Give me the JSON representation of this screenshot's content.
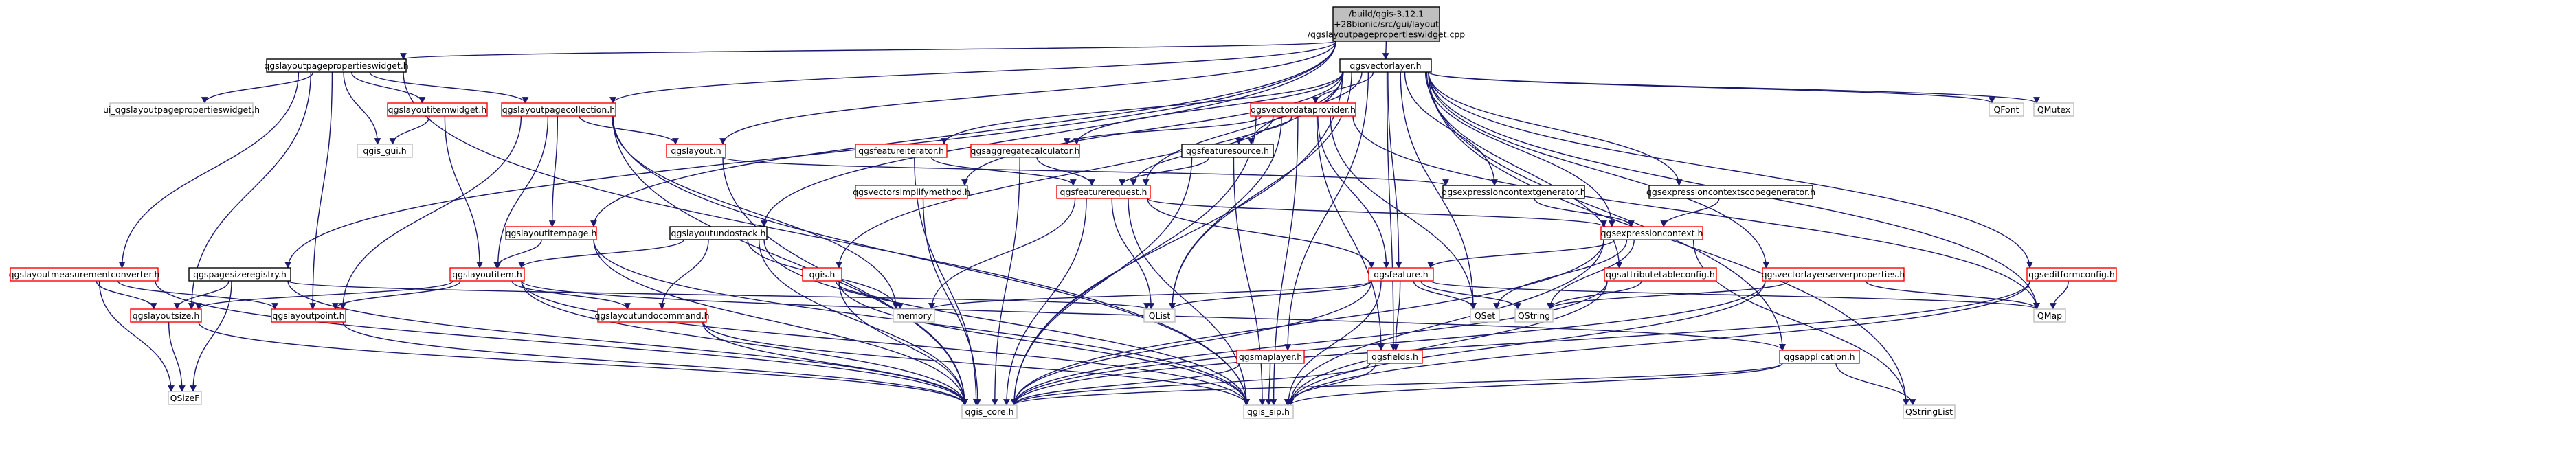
{
  "graph": {
    "colors": {
      "edge": "#191970",
      "red": "#ff0000",
      "grey": "#bfbfbf",
      "black": "#000000",
      "root_fill": "#bfbfbf"
    },
    "nodes": [
      {
        "id": "root",
        "lines": [
          "/build/qgis-3.12.1",
          "+28bionic/src/gui/layout",
          "/qgslayoutpagepropertieswidget.cpp"
        ],
        "style": "root"
      },
      {
        "id": "lppw_h",
        "lines": [
          "qgslayoutpagepropertieswidget.h"
        ],
        "style": "black"
      },
      {
        "id": "vlayer",
        "lines": [
          "qgsvectorlayer.h"
        ],
        "style": "black"
      },
      {
        "id": "ui_lppw",
        "lines": [
          "ui_qgslayoutpagepropertieswidget.h"
        ],
        "style": "grey"
      },
      {
        "id": "litemwidget",
        "lines": [
          "qgslayoutitemwidget.h"
        ],
        "style": "red"
      },
      {
        "id": "lpagecoll",
        "lines": [
          "qgslayoutpagecollection.h"
        ],
        "style": "red"
      },
      {
        "id": "qgis_gui",
        "lines": [
          "qgis_gui.h"
        ],
        "style": "grey"
      },
      {
        "id": "qgslayout",
        "lines": [
          "qgslayout.h"
        ],
        "style": "red"
      },
      {
        "id": "vdp",
        "lines": [
          "qgsvectordataprovider.h"
        ],
        "style": "red"
      },
      {
        "id": "feat_iter",
        "lines": [
          "qgsfeatureiterator.h"
        ],
        "style": "red"
      },
      {
        "id": "simplify",
        "lines": [
          "qgsvectorsimplifymethod.h"
        ],
        "style": "red"
      },
      {
        "id": "aggcalc",
        "lines": [
          "qgsaggregatecalculator.h"
        ],
        "style": "red"
      },
      {
        "id": "featsrc",
        "lines": [
          "qgsfeaturesource.h"
        ],
        "style": "black"
      },
      {
        "id": "exprctxgen",
        "lines": [
          "qgsexpressioncontextgenerator.h"
        ],
        "style": "black"
      },
      {
        "id": "exprscopegen",
        "lines": [
          "qgsexpressioncontextscopegenerator.h"
        ],
        "style": "black"
      },
      {
        "id": "qfont",
        "lines": [
          "QFont"
        ],
        "style": "grey"
      },
      {
        "id": "qmutex",
        "lines": [
          "QMutex"
        ],
        "style": "grey"
      },
      {
        "id": "featreq",
        "lines": [
          "qgsfeaturerequest.h"
        ],
        "style": "red"
      },
      {
        "id": "exprctx",
        "lines": [
          "qgsexpressioncontext.h"
        ],
        "style": "red"
      },
      {
        "id": "lmeasconv",
        "lines": [
          "qgslayoutmeasurementconverter.h"
        ],
        "style": "red"
      },
      {
        "id": "pagesizereg",
        "lines": [
          "qgspagesizeregistry.h"
        ],
        "style": "black"
      },
      {
        "id": "litempage",
        "lines": [
          "qgslayoutitempage.h"
        ],
        "style": "red"
      },
      {
        "id": "lundostack",
        "lines": [
          "qgslayoutundostack.h"
        ],
        "style": "black"
      },
      {
        "id": "qgis_h",
        "lines": [
          "qgis.h"
        ],
        "style": "red"
      },
      {
        "id": "litem",
        "lines": [
          "qgslayoutitem.h"
        ],
        "style": "red"
      },
      {
        "id": "qgsfeature",
        "lines": [
          "qgsfeature.h"
        ],
        "style": "red"
      },
      {
        "id": "attrtable",
        "lines": [
          "qgsattributetableconfig.h"
        ],
        "style": "red"
      },
      {
        "id": "vlsrvprops",
        "lines": [
          "qgsvectorlayerserverproperties.h"
        ],
        "style": "red"
      },
      {
        "id": "editform",
        "lines": [
          "qgseditformconfig.h"
        ],
        "style": "red"
      },
      {
        "id": "lsize",
        "lines": [
          "qgslayoutsize.h"
        ],
        "style": "red"
      },
      {
        "id": "lpoint",
        "lines": [
          "qgslayoutpoint.h"
        ],
        "style": "red"
      },
      {
        "id": "lundocmd",
        "lines": [
          "qgslayoutundocommand.h"
        ],
        "style": "red"
      },
      {
        "id": "memory",
        "lines": [
          "memory"
        ],
        "style": "grey"
      },
      {
        "id": "qlist",
        "lines": [
          "QList"
        ],
        "style": "grey"
      },
      {
        "id": "maplayer",
        "lines": [
          "qgsmaplayer.h"
        ],
        "style": "red"
      },
      {
        "id": "qgsfields",
        "lines": [
          "qgsfields.h"
        ],
        "style": "red"
      },
      {
        "id": "qset",
        "lines": [
          "QSet"
        ],
        "style": "grey"
      },
      {
        "id": "qstring",
        "lines": [
          "QString"
        ],
        "style": "grey"
      },
      {
        "id": "qgsapp",
        "lines": [
          "qgsapplication.h"
        ],
        "style": "red"
      },
      {
        "id": "qmap",
        "lines": [
          "QMap"
        ],
        "style": "grey"
      },
      {
        "id": "qsizef",
        "lines": [
          "QSizeF"
        ],
        "style": "grey"
      },
      {
        "id": "qgis_core",
        "lines": [
          "qgis_core.h"
        ],
        "style": "grey"
      },
      {
        "id": "qgis_sip",
        "lines": [
          "qgis_sip.h"
        ],
        "style": "grey"
      },
      {
        "id": "qstringlist",
        "lines": [
          "QStringList"
        ],
        "style": "grey"
      }
    ],
    "edges": [
      [
        "root",
        "lppw_h"
      ],
      [
        "root",
        "vlayer"
      ],
      [
        "root",
        "lpagecoll"
      ],
      [
        "root",
        "qgslayout"
      ],
      [
        "root",
        "litempage"
      ],
      [
        "root",
        "lundostack"
      ],
      [
        "root",
        "pagesizereg"
      ],
      [
        "lppw_h",
        "ui_lppw"
      ],
      [
        "lppw_h",
        "litemwidget"
      ],
      [
        "lppw_h",
        "lpagecoll"
      ],
      [
        "lppw_h",
        "qgis_gui"
      ],
      [
        "lppw_h",
        "lmeasconv"
      ],
      [
        "lppw_h",
        "lsize"
      ],
      [
        "lppw_h",
        "lpoint"
      ],
      [
        "lppw_h",
        "qgis_sip"
      ],
      [
        "litemwidget",
        "qgis_gui"
      ],
      [
        "litemwidget",
        "litem"
      ],
      [
        "lpagecoll",
        "qgslayout"
      ],
      [
        "lpagecoll",
        "litempage"
      ],
      [
        "lpagecoll",
        "litem"
      ],
      [
        "lpagecoll",
        "lpoint"
      ],
      [
        "lpagecoll",
        "memory"
      ],
      [
        "lpagecoll",
        "qgis_core"
      ],
      [
        "lpagecoll",
        "qgis_sip"
      ],
      [
        "qgslayout",
        "exprctxgen"
      ],
      [
        "qgslayout",
        "qgis_core"
      ],
      [
        "vlayer",
        "vdp"
      ],
      [
        "vlayer",
        "feat_iter"
      ],
      [
        "vlayer",
        "simplify"
      ],
      [
        "vlayer",
        "aggcalc"
      ],
      [
        "vlayer",
        "featsrc"
      ],
      [
        "vlayer",
        "featreq"
      ],
      [
        "vlayer",
        "exprctxgen"
      ],
      [
        "vlayer",
        "exprscopegen"
      ],
      [
        "vlayer",
        "exprctx"
      ],
      [
        "vlayer",
        "qfont"
      ],
      [
        "vlayer",
        "qmutex"
      ],
      [
        "vlayer",
        "qstringlist"
      ],
      [
        "vlayer",
        "qgis_h"
      ],
      [
        "vlayer",
        "qlist"
      ],
      [
        "vlayer",
        "qgsfeature"
      ],
      [
        "vlayer",
        "qgsfields"
      ],
      [
        "vlayer",
        "maplayer"
      ],
      [
        "vlayer",
        "attrtable"
      ],
      [
        "vlayer",
        "vlsrvprops"
      ],
      [
        "vlayer",
        "editform"
      ],
      [
        "vlayer",
        "qset"
      ],
      [
        "vlayer",
        "qmap"
      ],
      [
        "vlayer",
        "qgsapp"
      ],
      [
        "vlayer",
        "qgis_core"
      ],
      [
        "vdp",
        "aggcalc"
      ],
      [
        "vdp",
        "featsrc"
      ],
      [
        "vdp",
        "featreq"
      ],
      [
        "vdp",
        "qgsfeature"
      ],
      [
        "vdp",
        "qgsfields"
      ],
      [
        "vdp",
        "qset"
      ],
      [
        "vdp",
        "qmap"
      ],
      [
        "vdp",
        "qlist"
      ],
      [
        "vdp",
        "qgis_core"
      ],
      [
        "vdp",
        "qgis_sip"
      ],
      [
        "feat_iter",
        "featreq"
      ],
      [
        "feat_iter",
        "qgis_core"
      ],
      [
        "simplify",
        "qgis_core"
      ],
      [
        "aggcalc",
        "featreq"
      ],
      [
        "aggcalc",
        "qgis_core"
      ],
      [
        "featsrc",
        "featreq"
      ],
      [
        "featsrc",
        "qgis_core"
      ],
      [
        "featsrc",
        "qgis_sip"
      ],
      [
        "exprctxgen",
        "exprctx"
      ],
      [
        "exprscopegen",
        "exprctx"
      ],
      [
        "featreq",
        "exprctx"
      ],
      [
        "featreq",
        "qgsfeature"
      ],
      [
        "featreq",
        "memory"
      ],
      [
        "featreq",
        "qlist"
      ],
      [
        "featreq",
        "qgis_core"
      ],
      [
        "featreq",
        "qgis_sip"
      ],
      [
        "exprctx",
        "qgsfeature"
      ],
      [
        "exprctx",
        "qset"
      ],
      [
        "exprctx",
        "qstring"
      ],
      [
        "exprctx",
        "qstringlist"
      ],
      [
        "exprctx",
        "qgis_core"
      ],
      [
        "exprctx",
        "qgis_sip"
      ],
      [
        "lmeasconv",
        "lsize"
      ],
      [
        "lmeasconv",
        "lpoint"
      ],
      [
        "lmeasconv",
        "qsizef"
      ],
      [
        "lmeasconv",
        "qgis_core"
      ],
      [
        "pagesizereg",
        "lsize"
      ],
      [
        "pagesizereg",
        "qsizef"
      ],
      [
        "pagesizereg",
        "qlist"
      ],
      [
        "pagesizereg",
        "qgis_core"
      ],
      [
        "litempage",
        "litem"
      ],
      [
        "litempage",
        "qgis_core"
      ],
      [
        "litempage",
        "qgis_sip"
      ],
      [
        "lundostack",
        "litem"
      ],
      [
        "lundostack",
        "lundocmd"
      ],
      [
        "lundostack",
        "memory"
      ],
      [
        "lundostack",
        "qgis_core"
      ],
      [
        "lundostack",
        "qgis_sip"
      ],
      [
        "qgis_h",
        "memory"
      ],
      [
        "qgis_h",
        "qgis_core"
      ],
      [
        "qgis_h",
        "qgis_sip"
      ],
      [
        "litem",
        "lsize"
      ],
      [
        "litem",
        "lpoint"
      ],
      [
        "litem",
        "lundocmd"
      ],
      [
        "litem",
        "qgsapp"
      ],
      [
        "litem",
        "qgis_core"
      ],
      [
        "litem",
        "qgis_sip"
      ],
      [
        "qgsfeature",
        "memory"
      ],
      [
        "qgsfeature",
        "qlist"
      ],
      [
        "qgsfeature",
        "qgsfields"
      ],
      [
        "qgsfeature",
        "qset"
      ],
      [
        "qgsfeature",
        "qstring"
      ],
      [
        "qgsfeature",
        "qmap"
      ],
      [
        "qgsfeature",
        "qgis_core"
      ],
      [
        "qgsfeature",
        "qgis_sip"
      ],
      [
        "attrtable",
        "qstring"
      ],
      [
        "attrtable",
        "qgis_core"
      ],
      [
        "attrtable",
        "qgis_sip"
      ],
      [
        "vlsrvprops",
        "qstring"
      ],
      [
        "vlsrvprops",
        "qmap"
      ],
      [
        "vlsrvprops",
        "qgis_core"
      ],
      [
        "vlsrvprops",
        "qgis_sip"
      ],
      [
        "editform",
        "qmap"
      ],
      [
        "editform",
        "qgis_core"
      ],
      [
        "editform",
        "qgis_sip"
      ],
      [
        "lsize",
        "qsizef"
      ],
      [
        "lsize",
        "qgis_core"
      ],
      [
        "lpoint",
        "qgis_core"
      ],
      [
        "lundocmd",
        "qgis_core"
      ],
      [
        "lundocmd",
        "qgis_sip"
      ],
      [
        "maplayer",
        "qgis_core"
      ],
      [
        "maplayer",
        "qgis_sip"
      ],
      [
        "qgsfields",
        "qgis_core"
      ],
      [
        "qgsfields",
        "qgis_sip"
      ],
      [
        "qgsapp",
        "qstringlist"
      ],
      [
        "qgsapp",
        "qgis_core"
      ],
      [
        "qgsapp",
        "qgis_sip"
      ]
    ]
  }
}
